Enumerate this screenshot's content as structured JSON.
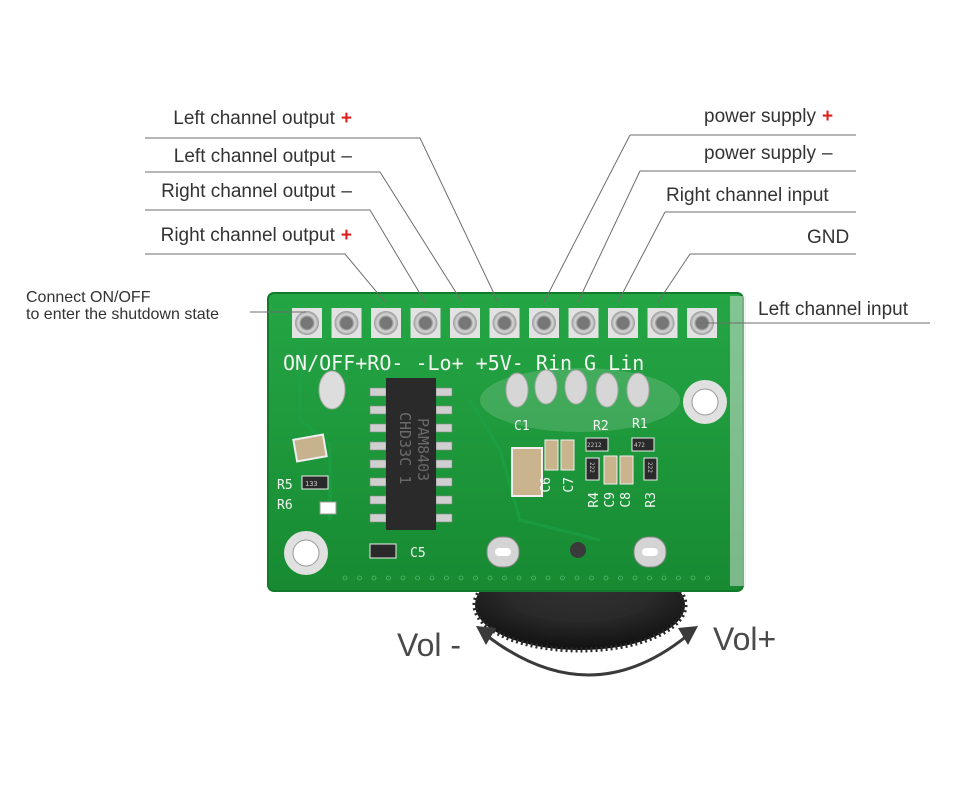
{
  "callouts_left": [
    {
      "label": "Left channel output",
      "sign": "+"
    },
    {
      "label": "Left channel output",
      "sign": "–"
    },
    {
      "label": "Right channel output",
      "sign": "–"
    },
    {
      "label": "Right channel output",
      "sign": "+"
    }
  ],
  "callout_shutdown": {
    "line1": "Connect ON/OFF",
    "line2": "to enter the shutdown state"
  },
  "callouts_right": [
    {
      "label": "power supply",
      "sign": "+"
    },
    {
      "label": "power supply",
      "sign": "–"
    },
    {
      "label": "Right channel input",
      "sign": ""
    },
    {
      "label": "GND",
      "sign": ""
    }
  ],
  "callout_left_input": "Left channel input",
  "pin_labels": [
    "ON",
    "OFF",
    "+",
    "R",
    "O",
    "-",
    "-",
    "Lo",
    "+",
    "+",
    "5V",
    "-",
    "R",
    "in",
    "G",
    "Lin"
  ],
  "chip": {
    "line1": "PAM8403",
    "line2": "CHD33C 1"
  },
  "components": {
    "c1": "C1",
    "r2": "R2",
    "r1": "R1",
    "r5": "R5",
    "r6": "R6",
    "c5": "C5",
    "c6": "C6",
    "c7": "C7",
    "r4": "R4",
    "c9": "C9",
    "c8": "C8",
    "r3": "R3",
    "r5_code": "133",
    "res_code_a": "2212",
    "res_code_b": "472",
    "res_code_c": "222",
    "res_code_d": "222"
  },
  "volume": {
    "minus": "Vol -",
    "plus": "Vol+"
  },
  "colors": {
    "pcb": "#1f9a3c",
    "accent_sign": "#e0201e",
    "leader": "#6e6e6e"
  }
}
